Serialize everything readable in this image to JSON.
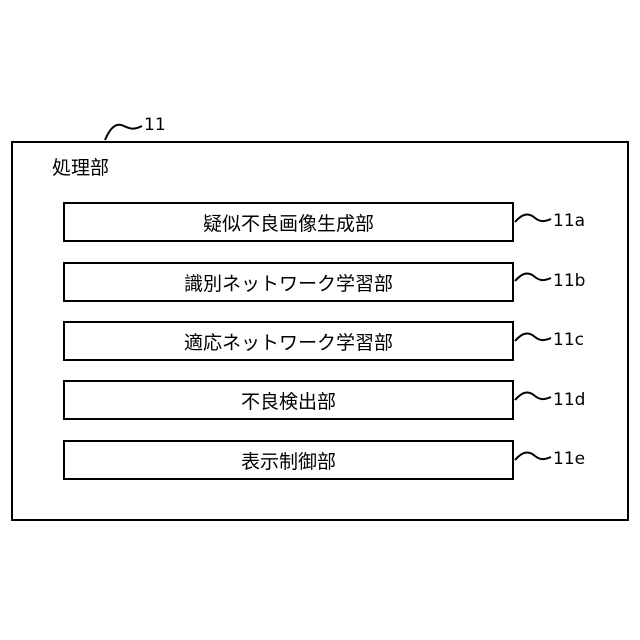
{
  "outer": {
    "ref": "11",
    "title": "処理部"
  },
  "units": [
    {
      "label": "疑似不良画像生成部",
      "ref": "11a"
    },
    {
      "label": "識別ネットワーク学習部",
      "ref": "11b"
    },
    {
      "label": "適応ネットワーク学習部",
      "ref": "11c"
    },
    {
      "label": "不良検出部",
      "ref": "11d"
    },
    {
      "label": "表示制御部",
      "ref": "11e"
    }
  ]
}
